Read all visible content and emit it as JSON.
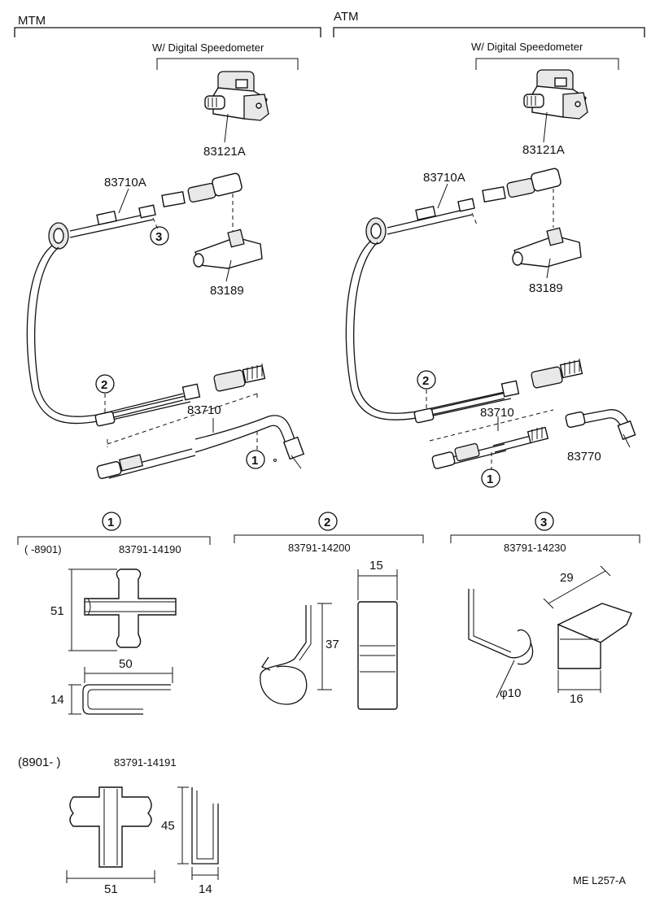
{
  "headers": {
    "mtm": "MTM",
    "atm": "ATM"
  },
  "sub_headers": {
    "mtm": "W/ Digital Speedometer",
    "atm": "W/ Digital Speedometer"
  },
  "part_numbers": {
    "mtm_sensor": "83121A",
    "mtm_cable_upper": "83710A",
    "mtm_connector": "83189",
    "mtm_cable_lower": "83710",
    "atm_sensor": "83121A",
    "atm_cable_upper": "83710A",
    "atm_connector": "83189",
    "atm_cable_lower": "83710",
    "atm_adapter": "83770"
  },
  "callouts": {
    "one": "1",
    "two": "2",
    "three": "3"
  },
  "clamps": {
    "c1": {
      "circle": "1",
      "range": "(      -8901)",
      "part": "83791-14190",
      "dims": [
        "51",
        "50",
        "14"
      ]
    },
    "c2": {
      "circle": "2",
      "part": "83791-14200",
      "dims": [
        "15",
        "37"
      ]
    },
    "c3": {
      "circle": "3",
      "part": "83791-14230",
      "dims": [
        "29",
        "16",
        "φ10"
      ]
    },
    "c1b": {
      "range": "(8901-       )",
      "part": "83791-14191",
      "dims": [
        "45",
        "51",
        "14"
      ]
    }
  },
  "footer": {
    "code": "ME   L257-A"
  }
}
